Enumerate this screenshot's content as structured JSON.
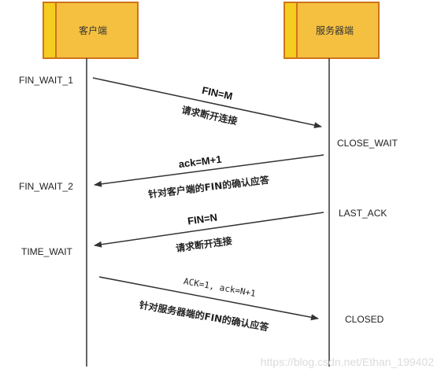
{
  "colors": {
    "box_fill": "#f5c040",
    "box_strip": "#f5cd20",
    "box_border": "#d0731a",
    "line": "#333333"
  },
  "participants": {
    "client": "客户端",
    "server": "服务器端"
  },
  "states": {
    "fin_wait_1": "FIN_WAIT_1",
    "close_wait": "CLOSE_WAIT",
    "fin_wait_2": "FIN_WAIT_2",
    "last_ack": "LAST_ACK",
    "time_wait": "TIME_WAIT",
    "closed": "CLOSED"
  },
  "messages": {
    "m1": {
      "top": "FIN=M",
      "bottom": "请求断开连接"
    },
    "m2": {
      "top": "ack=M+1",
      "bottom": "针对客户端的FIN的确认应答"
    },
    "m3": {
      "top": "FIN=N",
      "bottom": "请求断开连接"
    },
    "m4": {
      "top": "ACK=1, ack=N+1",
      "bottom": "针对服务器端的FIN的确认应答"
    }
  },
  "watermark": "https://blog.csdn.net/Ethan_199402"
}
